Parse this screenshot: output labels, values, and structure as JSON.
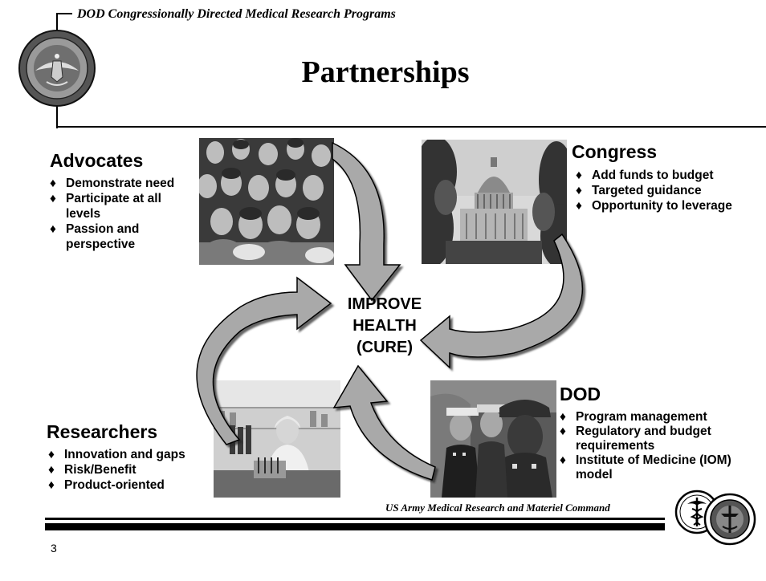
{
  "header": {
    "organization": "DOD Congressionally Directed Medical Research Programs",
    "title": "Partnerships"
  },
  "advocates": {
    "heading": "Advocates",
    "bullets": [
      "Demonstrate need",
      "Participate at all levels",
      "Passion and perspective"
    ]
  },
  "congress": {
    "heading": "Congress",
    "bullets": [
      "Add funds to budget",
      "Targeted guidance",
      "Opportunity to leverage"
    ]
  },
  "researchers": {
    "heading": "Researchers",
    "bullets": [
      "Innovation and gaps",
      "Risk/Benefit",
      "Product-oriented"
    ]
  },
  "dod": {
    "heading": "DOD",
    "bullets": [
      "Program management",
      "Regulatory and budget requirements",
      "Institute of Medicine (IOM) model"
    ]
  },
  "center": {
    "line1": "IMPROVE",
    "line2": "HEALTH",
    "line3": "(CURE)"
  },
  "footer": {
    "organization": "US Army Medical Research and Materiel Command",
    "page_number": "3"
  },
  "bullet_glyph": "♦"
}
